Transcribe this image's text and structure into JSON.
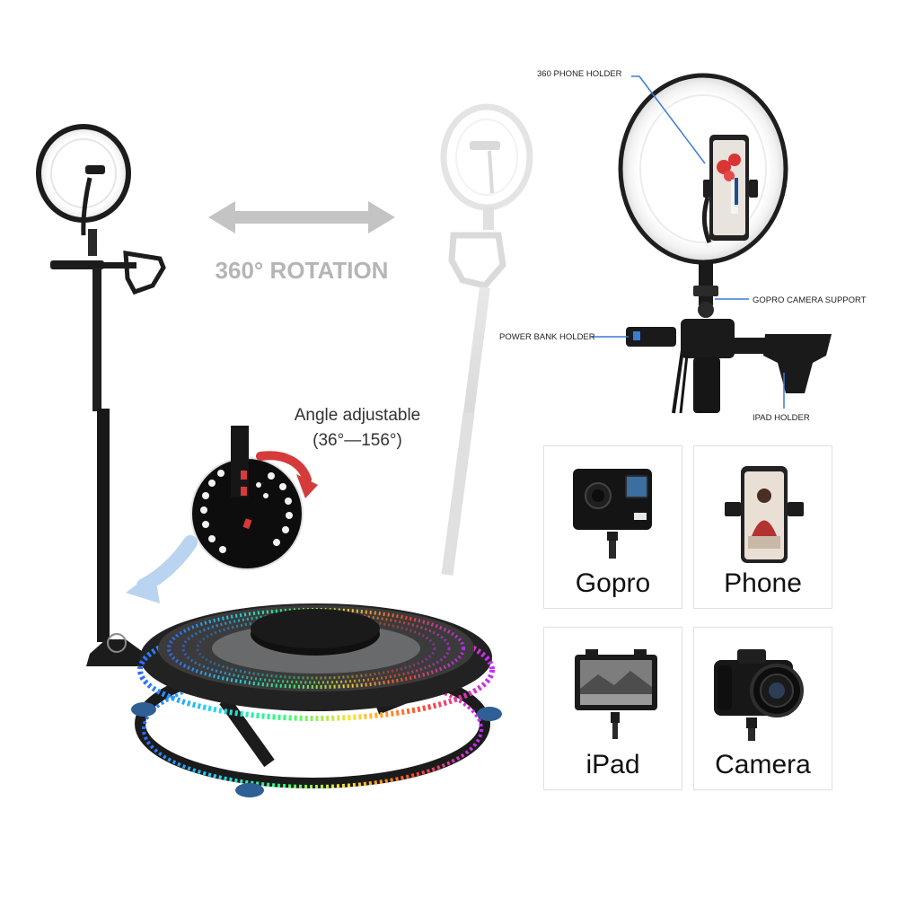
{
  "rotation_label": "360° ROTATION",
  "angle": {
    "title": "Angle adjustable",
    "range": "(36°—156°)"
  },
  "callouts": {
    "phone_holder": "360 PHONE HOLDER",
    "gopro_support": "GOPRO CAMERA SUPPORT",
    "power_bank": "POWER BANK HOLDER",
    "ipad_holder": "IPAD HOLDER"
  },
  "tiles": [
    {
      "label": "Gopro",
      "icon": "gopro-camera-icon"
    },
    {
      "label": "Phone",
      "icon": "smartphone-icon"
    },
    {
      "label": "iPad",
      "icon": "tablet-icon"
    },
    {
      "label": "Camera",
      "icon": "dslr-camera-icon"
    }
  ],
  "colors": {
    "arrow_gray": "#c4c4c4",
    "rotation_text": "#b5b5b5",
    "angle_arrow_red": "#d63b3b",
    "callout_line": "#3a7bd5",
    "tile_border": "#e2e2e2"
  }
}
